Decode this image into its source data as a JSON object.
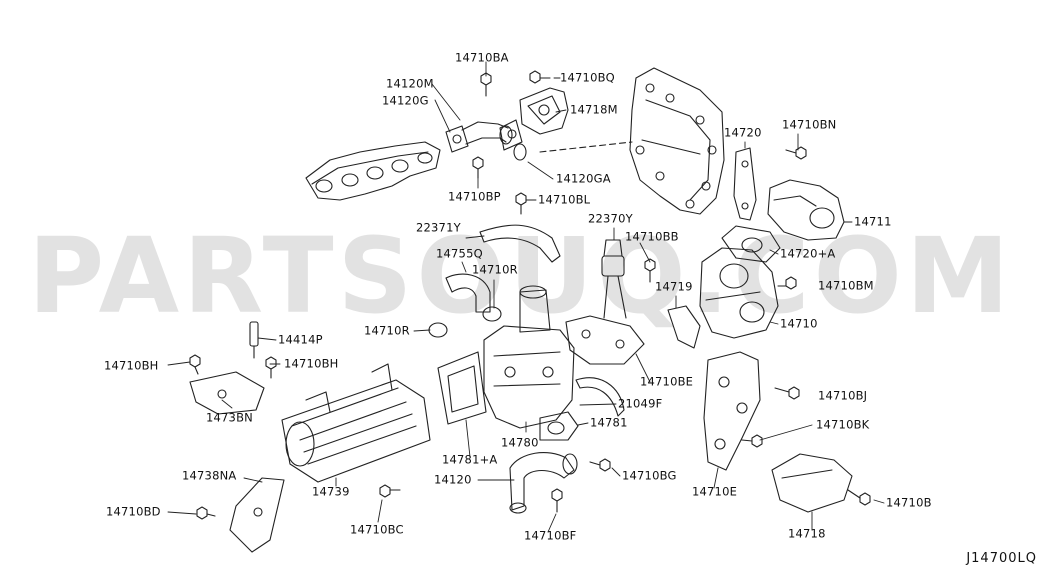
{
  "watermark": "PARTSOUQ.COM",
  "diagram_code": "J14700LQ",
  "colors": {
    "line": "#222222",
    "watermark": "#b4b4b4"
  },
  "labels": {
    "l_14710BA": "14710BA",
    "l_14710BQ": "14710BQ",
    "l_14120M": "14120M",
    "l_14120G": "14120G",
    "l_14718M": "14718M",
    "l_14720": "14720",
    "l_14710BN": "14710BN",
    "l_14120GA": "14120GA",
    "l_14710BP": "14710BP",
    "l_14710BL": "14710BL",
    "l_14711": "14711",
    "l_22371Y": "22371Y",
    "l_22370Y": "22370Y",
    "l_14710BB": "14710BB",
    "l_14720A": "14720+A",
    "l_14755Q": "14755Q",
    "l_14710R_top": "14710R",
    "l_14719": "14719",
    "l_14710BM": "14710BM",
    "l_14710": "14710",
    "l_14414P": "14414P",
    "l_14710R_mid": "14710R",
    "l_14710BH_left": "14710BH",
    "l_14710BH_mid": "14710BH",
    "l_14710BE": "14710BE",
    "l_1473BN": "1473BN",
    "l_14710BJ": "14710BJ",
    "l_21049F": "21049F",
    "l_14781": "14781",
    "l_14710BK": "14710BK",
    "l_14780": "14780",
    "l_14781A": "14781+A",
    "l_14738NA": "14738NA",
    "l_14120": "14120",
    "l_14710BG": "14710BG",
    "l_14710E": "14710E",
    "l_14739": "14739",
    "l_14710B": "14710B",
    "l_14710BD": "14710BD",
    "l_14710BC": "14710BC",
    "l_14710BF": "14710BF",
    "l_14718": "14718"
  }
}
